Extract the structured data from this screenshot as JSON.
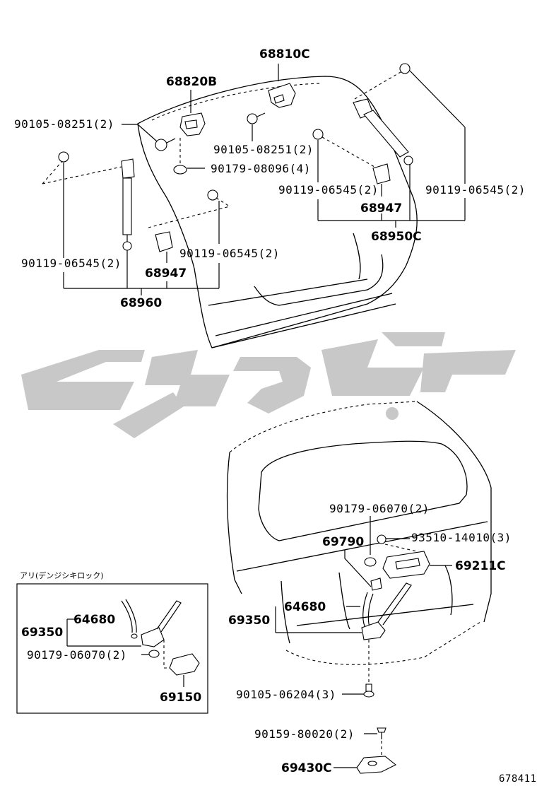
{
  "upper_labels": {
    "p68810C": "68810C",
    "p68820B": "68820B",
    "p90105_08251_left": "90105-08251(2)",
    "p90105_08251_mid": "90105-08251(2)",
    "p90179_08096": "90179-08096(4)",
    "p90119_06545_right_a": "90119-06545(2)",
    "p90119_06545_right_b": "90119-06545(2)",
    "p68947_right": "68947",
    "p68950C": "68950C",
    "p90119_06545_center": "90119-06545(2)",
    "p90119_06545_left": "90119-06545(2)",
    "p68947_left": "68947",
    "p68960": "68960"
  },
  "lower_labels": {
    "p90179_06070": "90179-06070(2)",
    "p69790": "69790",
    "p93510_14010": "93510-14010(3)",
    "p69211C": "69211C",
    "p64680": "64680",
    "p69350": "69350",
    "p90105_06204": "90105-06204(3)",
    "p90159_80020": "90159-80020(2)",
    "p69430C": "69430C"
  },
  "inset": {
    "caption": "アリ(デンジシキロック)",
    "p64680": "64680",
    "p69350": "69350",
    "p90179_06070": "90179-06070(2)",
    "p69150": "69150"
  },
  "diagram_id": "678411",
  "colors": {
    "ink": "#000000",
    "watermark": "#c8c8c8",
    "background": "#ffffff"
  }
}
